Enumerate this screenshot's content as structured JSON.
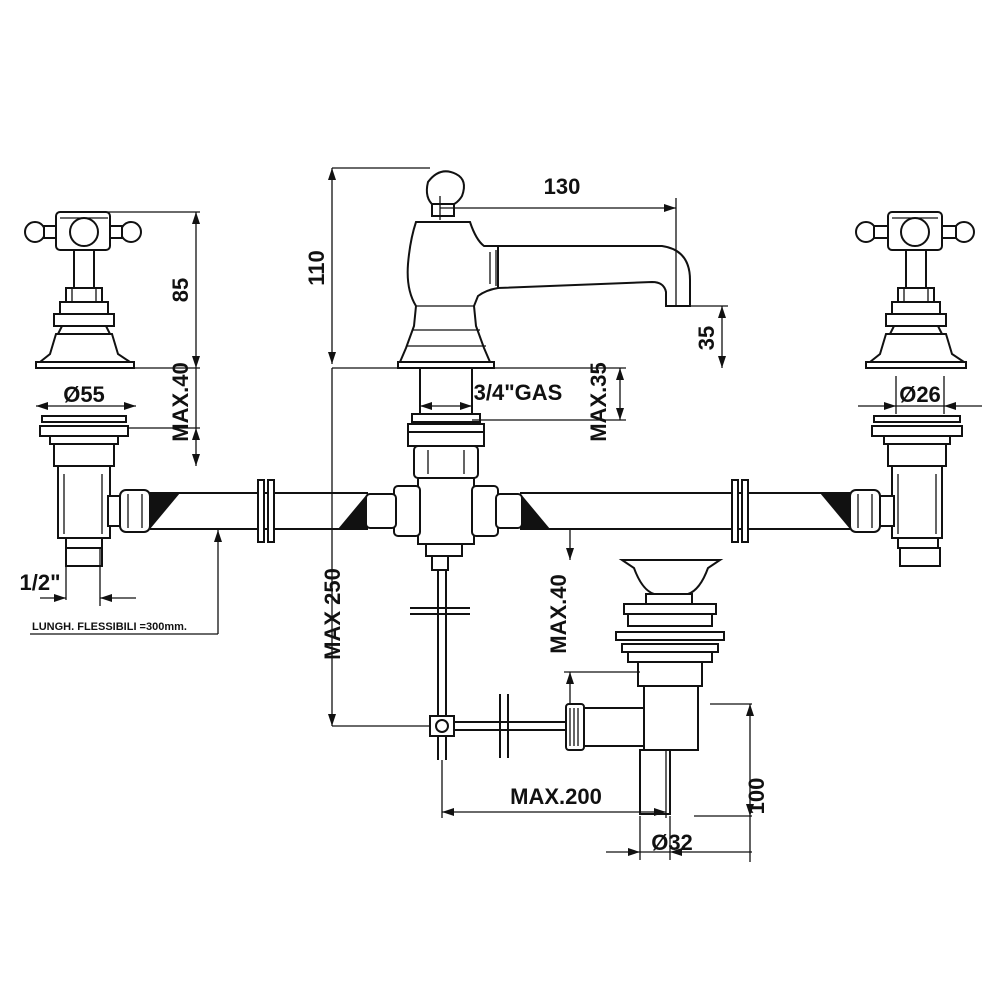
{
  "dimensions": {
    "spout_reach": "130",
    "spout_height": "110",
    "spout_outlet_height": "35",
    "handle_height": "85",
    "left_flange_diameter": "Ø55",
    "max_deck_thickness_left": "MAX.40",
    "inlet_thread": "1/2\"",
    "hose_note": "LUNGH. FLESSIBILI =300mm.",
    "spout_thread": "3/4\"GAS",
    "max_thickness_spout": "MAX.35",
    "right_hole_diameter": "Ø26",
    "max_below_deck": "MAX 250",
    "max_deck_thickness_waste": "MAX.40",
    "max_rod_distance": "MAX.200",
    "waste_height": "100",
    "waste_diameter": "Ø32"
  },
  "colors": {
    "line": "#111111",
    "background": "#ffffff"
  }
}
